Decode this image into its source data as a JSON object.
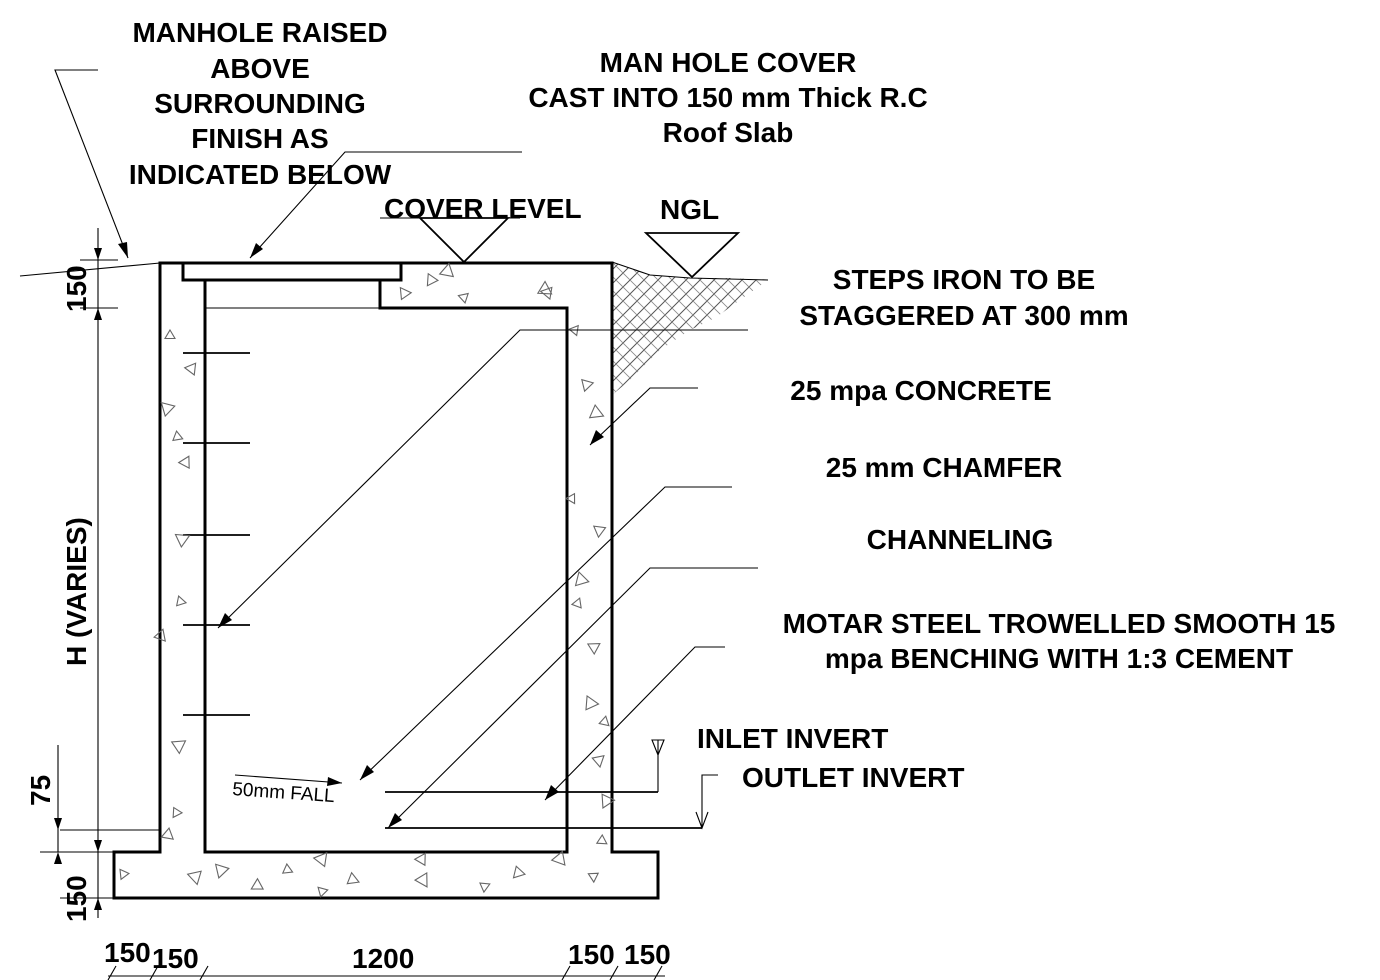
{
  "labels": {
    "manhole_raised": [
      "MANHOLE RAISED",
      "ABOVE",
      "SURROUNDING",
      "FINISH AS",
      "INDICATED BELOW"
    ],
    "manhole_cover": [
      "MAN HOLE COVER",
      "CAST INTO 150 mm Thick R.C",
      "Roof Slab"
    ],
    "cover_level": "COVER LEVEL",
    "ngl": "NGL",
    "steps_iron": [
      "STEPS IRON TO BE",
      "STAGGERED AT 300 mm"
    ],
    "concrete": "25 mpa CONCRETE",
    "chamfer": "25 mm CHAMFER",
    "channeling": "CHANNELING",
    "benching": [
      "MOTAR STEEL TROWELLED SMOOTH 15",
      "mpa BENCHING WITH 1:3 CEMENT"
    ],
    "inlet_invert": "INLET INVERT",
    "outlet_invert": "OUTLET INVERT",
    "fall": "50mm  FALL"
  },
  "dimensions": {
    "top_slab": "150",
    "height": "H (VARIES)",
    "invert_drop": "75",
    "base_slab": "150",
    "bottom": [
      "150",
      "150",
      "1200",
      "150",
      "150"
    ]
  }
}
